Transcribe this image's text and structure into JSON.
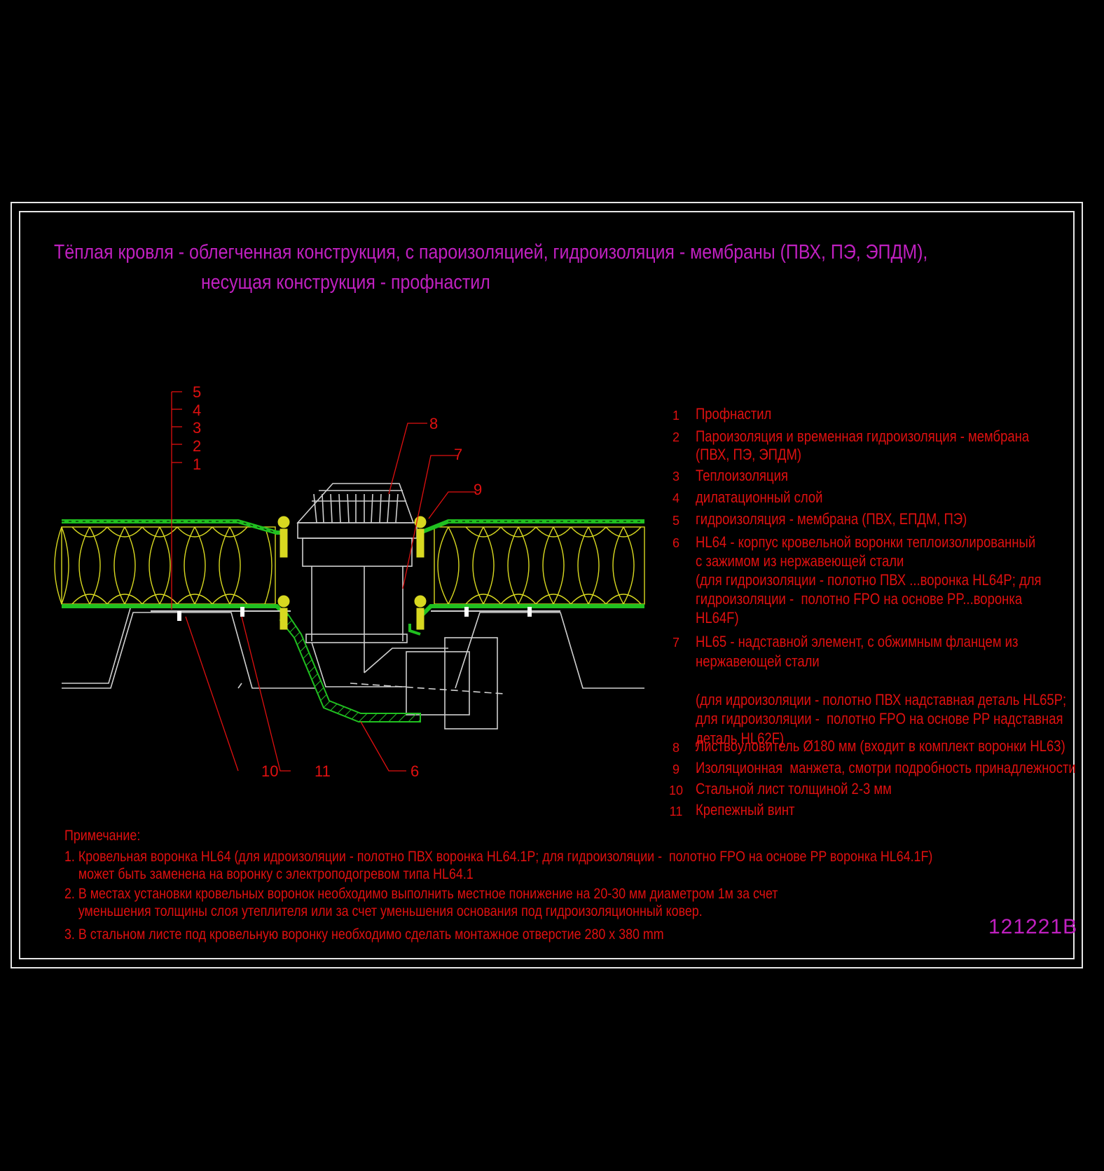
{
  "title": {
    "line1": "Тёплая кровля - облегченная конструкция, с пароизоляцией, гидроизоляция - мембраны (ПВХ, ПЭ, ЭПДМ),",
    "line2": "несущая конструкция - профнастил"
  },
  "callouts": {
    "left_stack": [
      "5",
      "4",
      "3",
      "2",
      "1"
    ],
    "c8": "8",
    "c7": "7",
    "c9": "9",
    "c10": "10",
    "c11": "11",
    "c6": "6"
  },
  "legend": [
    {
      "num": "1",
      "text": "Профнастил"
    },
    {
      "num": "2",
      "text": "Пароизоляция и временная гидроизоляция - мембрана\n(ПВХ, ПЭ, ЭПДМ)"
    },
    {
      "num": "3",
      "text": "Теплоизоляция"
    },
    {
      "num": "4",
      "text": "дилатационный слой"
    },
    {
      "num": "5",
      "text": "гидроизоляция - мембрана (ПВХ, ЕПДМ, ПЭ)"
    },
    {
      "num": "6",
      "text": "HL64 - корпус кровельной воронки теплоизолированный\nс зажимом из нержавеющей стали\n(для гидроизоляции - полотно ПВХ ...воронка HL64P; для\nгидроизоляции -  полотно FPO на основе PP...воронка\nHL64F)"
    },
    {
      "num": "7",
      "text": "HL65 - надставной элемент, с обжимным фланцем из\nнержавеющей стали\n\n(для идроизоляции - полотно ПВХ надставная деталь HL65P;\nдля гидроизоляции -  полотно FPO на основе PP надставная\nдеталь HL62F)"
    },
    {
      "num": "8",
      "text": "Листвоуловитель Ø180 мм (входит в комплект воронки HL63)"
    },
    {
      "num": "9",
      "text": "Изоляционная  манжета, смотри подробность принадлежности"
    },
    {
      "num": "10",
      "text": "Стальной лист толщиной 2-3 мм"
    },
    {
      "num": "11",
      "text": "Крепежный винт"
    }
  ],
  "notes": {
    "heading": "Примечание:",
    "n1": "1. Кровельная воронка HL64 (для идроизоляции - полотно ПВХ воронка HL64.1P; для гидроизоляции -  полотно FPO на основе PP воронка HL64.1F)\n    может быть заменена на воронку с электроподогревом типа HL64.1",
    "n2": "2. В местах установки кровельных воронок необходимо выполнить местное понижение на 20-30 мм диаметром 1м за счет\n    уменьшения толщины слоя утеплителя или за счет уменьшения основания под гидроизоляционный ковер.",
    "n3": "3. В стальном листе под кровельную воронку необходимо сделать монтажное отверстие 280 x 380 mm"
  },
  "drawing_code": "121221B",
  "colors": {
    "title": "#c020c0",
    "text": "#e01010",
    "frame": "#e6e6e6",
    "membrane": "#20c020",
    "insulation": "#d8d820",
    "drain": "#d0d0d0"
  }
}
